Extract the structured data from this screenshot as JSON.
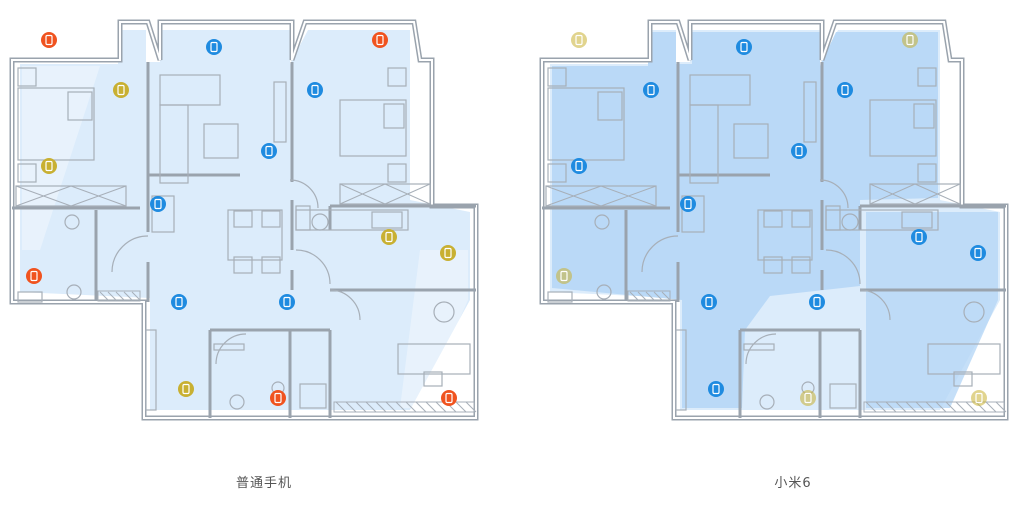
{
  "captions": {
    "left": "普通手机",
    "right": "小米6"
  },
  "colors": {
    "wall": "#9aa3ad",
    "furniture": "#a7afb8",
    "coverage_light": "#dcecfb",
    "coverage_strong": "#b6d7f6",
    "strong_signal": "#1f8be0",
    "weak_signal": "#c8b032",
    "no_signal": "#f0531f"
  },
  "legend_levels": [
    "strong",
    "weak",
    "none"
  ],
  "plans": [
    {
      "id": "ordinary-phone",
      "markers": [
        {
          "room": "bedroom-1-corner",
          "level": "none"
        },
        {
          "room": "bedroom-1",
          "level": "weak"
        },
        {
          "room": "bedroom-1-bed",
          "level": "weak"
        },
        {
          "room": "living-top",
          "level": "strong"
        },
        {
          "room": "living-center",
          "level": "strong"
        },
        {
          "room": "living-left",
          "level": "strong"
        },
        {
          "room": "bedroom-2-corner",
          "level": "none"
        },
        {
          "room": "bedroom-2",
          "level": "strong"
        },
        {
          "room": "kitchen",
          "level": "weak"
        },
        {
          "room": "kitchen-right",
          "level": "weak"
        },
        {
          "room": "bath-1",
          "level": "none"
        },
        {
          "room": "hall-1",
          "level": "strong"
        },
        {
          "room": "hall-2",
          "level": "strong"
        },
        {
          "room": "corridor",
          "level": "weak"
        },
        {
          "room": "bath-2",
          "level": "none"
        },
        {
          "room": "bedroom-3",
          "level": "none"
        }
      ]
    },
    {
      "id": "mi-6",
      "markers": [
        {
          "room": "bedroom-1-corner",
          "level": "weak"
        },
        {
          "room": "bedroom-1",
          "level": "strong"
        },
        {
          "room": "bedroom-1-bed",
          "level": "strong"
        },
        {
          "room": "living-top",
          "level": "strong"
        },
        {
          "room": "living-center",
          "level": "strong"
        },
        {
          "room": "living-left",
          "level": "strong"
        },
        {
          "room": "bedroom-2-corner",
          "level": "weak"
        },
        {
          "room": "bedroom-2",
          "level": "strong"
        },
        {
          "room": "kitchen",
          "level": "strong"
        },
        {
          "room": "kitchen-right",
          "level": "strong"
        },
        {
          "room": "bath-1",
          "level": "weak"
        },
        {
          "room": "hall-1",
          "level": "strong"
        },
        {
          "room": "hall-2",
          "level": "strong"
        },
        {
          "room": "corridor",
          "level": "strong"
        },
        {
          "room": "bath-2",
          "level": "weak"
        },
        {
          "room": "bedroom-3",
          "level": "weak"
        }
      ]
    }
  ]
}
